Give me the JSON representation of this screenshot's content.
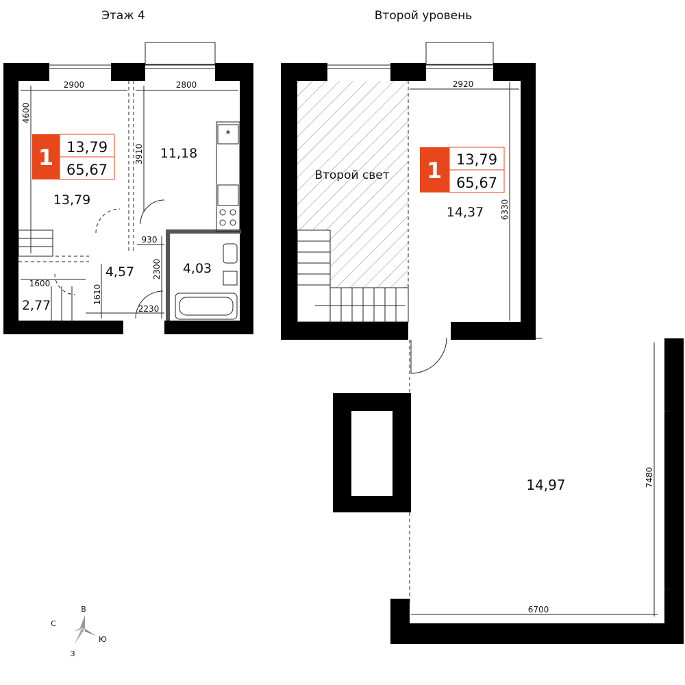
{
  "titles": {
    "floor": "Этаж 4",
    "level2": "Второй уровень"
  },
  "badge1": {
    "num": "1",
    "area1": "13,79",
    "area2": "65,67"
  },
  "badge2": {
    "num": "1",
    "area1": "13,79",
    "area2": "65,67"
  },
  "rooms": {
    "living_left": "13,79",
    "kitchen": "11,18",
    "hall": "4,57",
    "storage": "2,77",
    "bathroom": "4,03",
    "bedroom_upper": "14,37",
    "terrace": "14,97",
    "second_light": "Второй свет"
  },
  "dims": {
    "d2900": "2900",
    "d2800": "2800",
    "d4600": "4600",
    "d3910": "3910",
    "d930": "930",
    "d2300": "2300",
    "d1600": "1600",
    "d1610": "1610",
    "d2230": "2230",
    "d2920": "2920",
    "d6330": "6330",
    "d7480": "7480",
    "d6700": "6700"
  },
  "compass": {
    "n": "В",
    "w": "С",
    "e": "Ю",
    "s": "З"
  },
  "colors": {
    "accent": "#e8461b",
    "wall": "#000000",
    "line": "#222222"
  }
}
